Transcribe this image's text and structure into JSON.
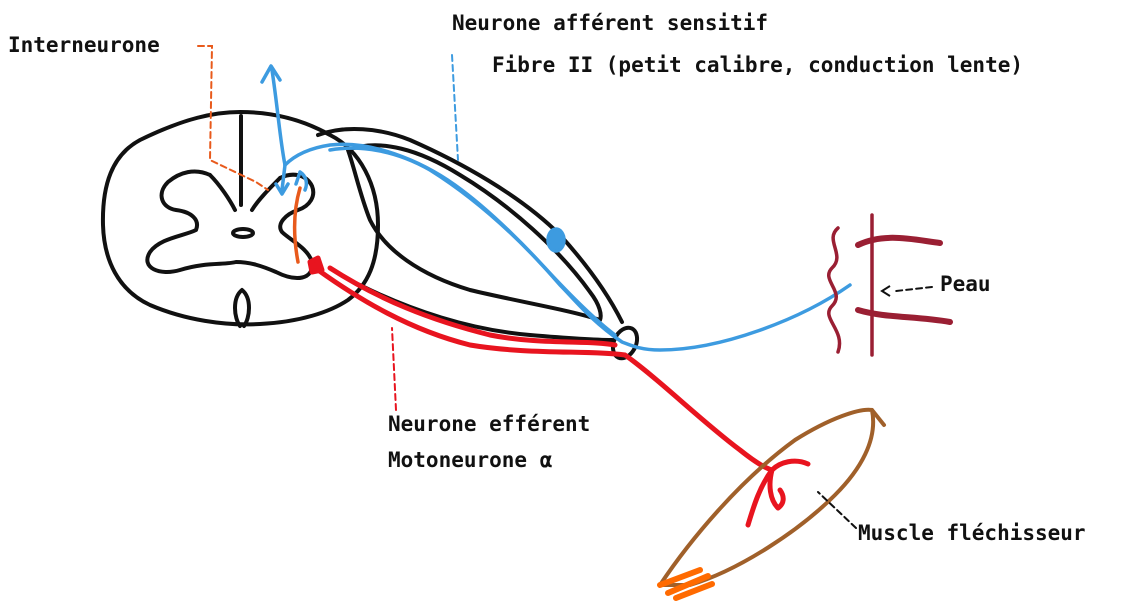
{
  "labels": {
    "interneurone": "Interneurone",
    "afferent_title": "Neurone afférent sensitif",
    "afferent_detail": "Fibre II (petit calibre, conduction lente)",
    "peau": "Peau",
    "efferent_title": "Neurone efférent",
    "efferent_detail": "Motoneurone α",
    "muscle": "Muscle fléchisseur"
  },
  "colors": {
    "outline": "#111111",
    "afferent": "#3d9be0",
    "efferent": "#e8141f",
    "interneurone": "#e85a1c",
    "skin": "#9a1f33",
    "muscle": "#a0602a",
    "tendon": "#ff6a00"
  }
}
